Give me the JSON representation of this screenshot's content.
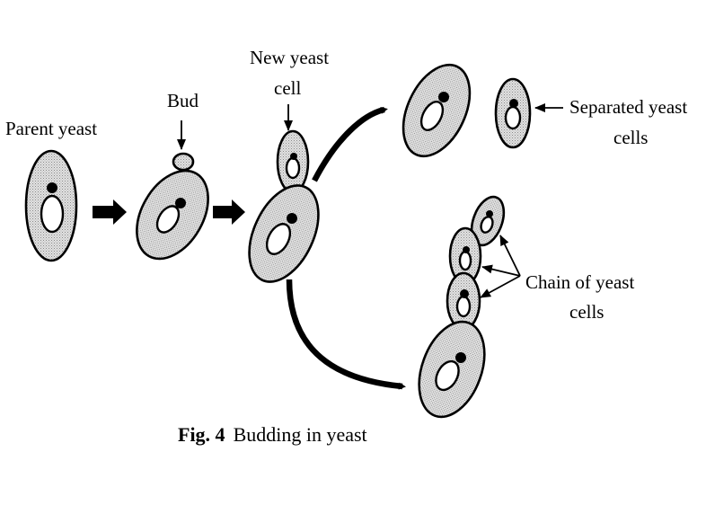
{
  "colors": {
    "ink": "#000000",
    "cell_fill": "#e6e6e6",
    "background": "#ffffff"
  },
  "labels": {
    "parent_yeast": "Parent yeast",
    "bud": "Bud",
    "new_yeast_cell_line1": "New yeast",
    "new_yeast_cell_line2": "cell",
    "separated_line1": "Separated yeast",
    "separated_line2": "cells",
    "chain_line1": "Chain of yeast",
    "chain_line2": "cells"
  },
  "caption": {
    "prefix": "Fig. 4",
    "text": "Budding in yeast"
  }
}
